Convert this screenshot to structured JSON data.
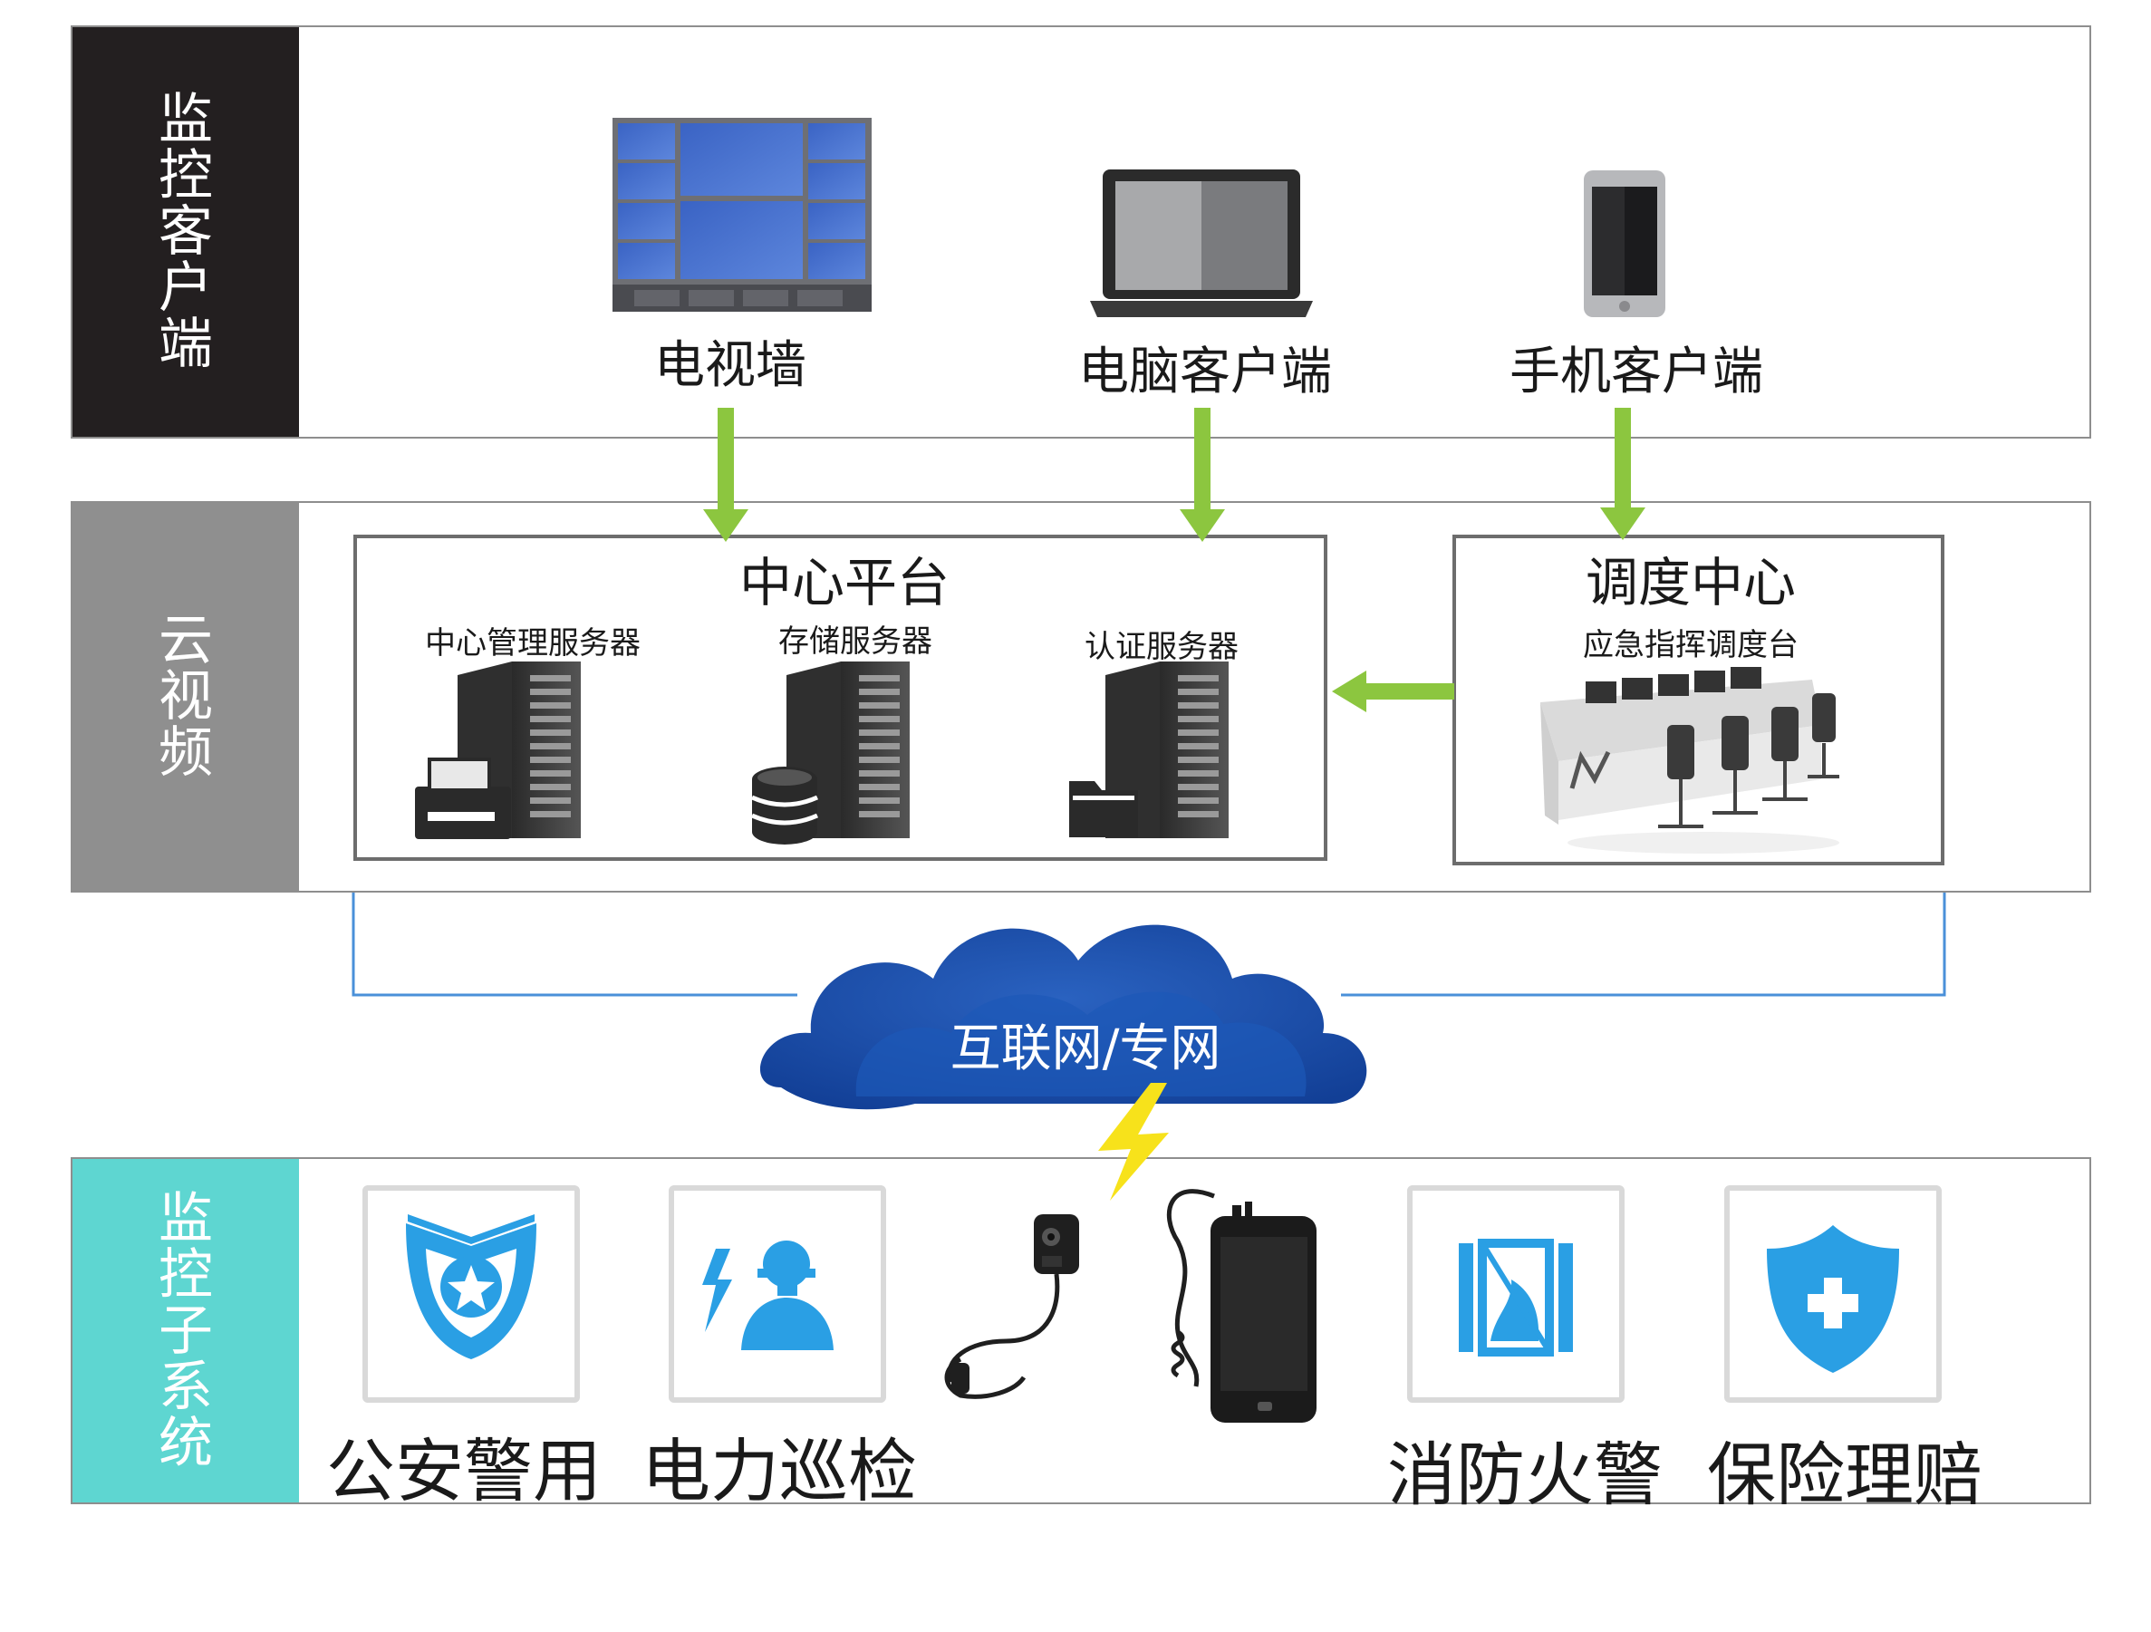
{
  "bands": {
    "top_label": "监控客户端",
    "middle_label": "云视频",
    "bottom_label": "监控子系统",
    "top_color": "#231f20",
    "middle_color": "#8f8f8f",
    "bottom_color": "#5ed6d1"
  },
  "clients": [
    {
      "label": "电视墙",
      "icon": "video-wall-icon"
    },
    {
      "label": "电脑客户端",
      "icon": "laptop-icon"
    },
    {
      "label": "手机客户端",
      "icon": "smartphone-icon"
    }
  ],
  "center_platform": {
    "title": "中心平台",
    "servers": [
      {
        "label": "中心管理服务器",
        "icon": "server-printer-icon"
      },
      {
        "label": "存储服务器",
        "icon": "server-database-icon"
      },
      {
        "label": "认证服务器",
        "icon": "server-folder-icon"
      }
    ]
  },
  "dispatch_center": {
    "title": "调度中心",
    "subtitle": "应急指挥调度台",
    "icon": "command-console-icon"
  },
  "network": {
    "label": "互联网/专网",
    "icon": "cloud-icon",
    "color": "#1a4fa8"
  },
  "subsystems": [
    {
      "label": "公安警用",
      "icon": "police-shield-icon"
    },
    {
      "label": "电力巡检",
      "icon": "power-worker-icon"
    },
    {
      "label": "消防火警",
      "icon": "fire-alarm-icon"
    },
    {
      "label": "保险理赔",
      "icon": "insurance-shield-icon"
    }
  ],
  "device": {
    "icon": "body-camera-phone-icon"
  },
  "colors": {
    "arrow": "#8cc63f",
    "icon_blue": "#2a9fe4",
    "line_blue": "#4a90d9",
    "bolt": "#f7e21b"
  }
}
